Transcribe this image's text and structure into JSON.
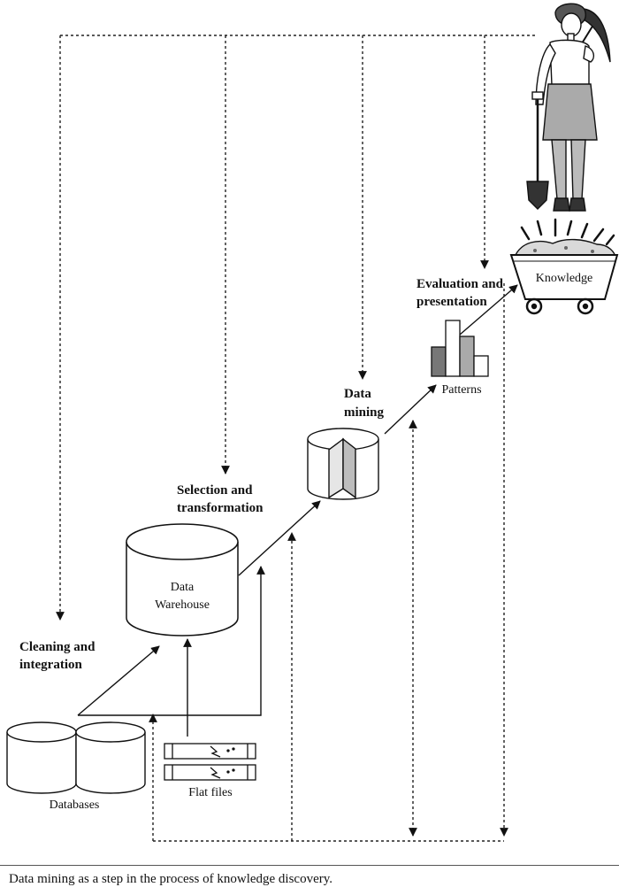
{
  "labels": {
    "cleaning_l1": "Cleaning and",
    "cleaning_l2": "integration",
    "selection_l1": "Selection and",
    "selection_l2": "transformation",
    "mining_l1": "Data",
    "mining_l2": "mining",
    "evaluation_l1": "Evaluation and",
    "evaluation_l2": "presentation",
    "warehouse_l1": "Data",
    "warehouse_l2": "Warehouse",
    "databases": "Databases",
    "flat_files": "Flat files",
    "patterns": "Patterns",
    "knowledge": "Knowledge"
  },
  "caption": "Data mining as a step in the process of knowledge discovery."
}
